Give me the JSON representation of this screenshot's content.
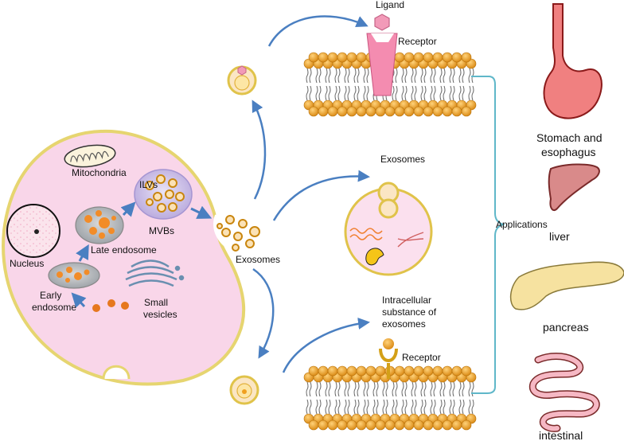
{
  "cell": {
    "nucleus": "Nucleus",
    "mitochondria": "Mitochondria",
    "ilvs": "ILVs",
    "mvbs": "MVBs",
    "late_endosome": "Late endosome",
    "early_endosome_line1": "Early",
    "early_endosome_line2": "endosome",
    "small_vesicles_line1": "Small",
    "small_vesicles_line2": "vesicles"
  },
  "center": {
    "exosomes": "Exosomes"
  },
  "top_membrane": {
    "ligand": "Ligand",
    "receptor": "Receptor"
  },
  "middle": {
    "exosomes": "Exosomes"
  },
  "bottom_membrane": {
    "line1": "Intracellular",
    "line2": "substance of",
    "line3": "exosomes",
    "receptor": "Receptor"
  },
  "applications": {
    "label": "Applications",
    "organs": {
      "stomach_line1": "Stomach and",
      "stomach_line2": "esophagus",
      "liver": "liver",
      "pancreas": "pancreas",
      "intestinal": "intestinal"
    }
  },
  "colors": {
    "cell_fill": "#f9d6e9",
    "cell_stroke": "#e6d570",
    "head_orange": "#f0a020",
    "arrow_blue": "#4a7fc1",
    "bracket_teal": "#5fb7c9",
    "organ_pink": "#f08080",
    "liver": "#d98a8a",
    "pancreas": "#f6e2a0"
  }
}
